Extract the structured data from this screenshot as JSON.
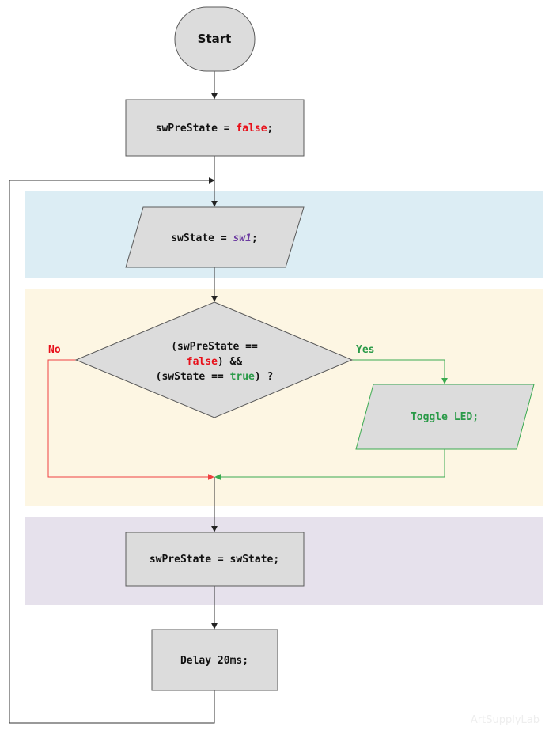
{
  "flowchart": {
    "start": {
      "label": "Start"
    },
    "init": {
      "var": "swPreState",
      "op": " = ",
      "value": "false",
      "end": ";"
    },
    "read": {
      "var": "swState",
      "op": " = ",
      "value": "sw1",
      "end": ";"
    },
    "decision": {
      "line1": "(swPreState ==",
      "line2_value": "false",
      "line2_rest": ") &&",
      "line3_a": "(swState == ",
      "line3_value": "true",
      "line3_b": ") ?"
    },
    "branch_no": "No",
    "branch_yes": "Yes",
    "toggle": {
      "label": "Toggle LED;"
    },
    "update": {
      "label": "swPreState = swState;"
    },
    "delay": {
      "label": "Delay 20ms;"
    },
    "watermark": "ArtSupplyLab"
  },
  "colors": {
    "node_fill": "#dcdcdc",
    "node_stroke": "#5a5a5a",
    "band_input": "#dcedf4",
    "band_logic": "#fdf6e3",
    "band_update": "#e6e1ec",
    "keyword_red": "#e8101a",
    "keyword_green": "#2a9a48",
    "keyword_purple": "#6b3aa0",
    "no_line": "#f04040",
    "yes_line": "#3aaa50"
  }
}
